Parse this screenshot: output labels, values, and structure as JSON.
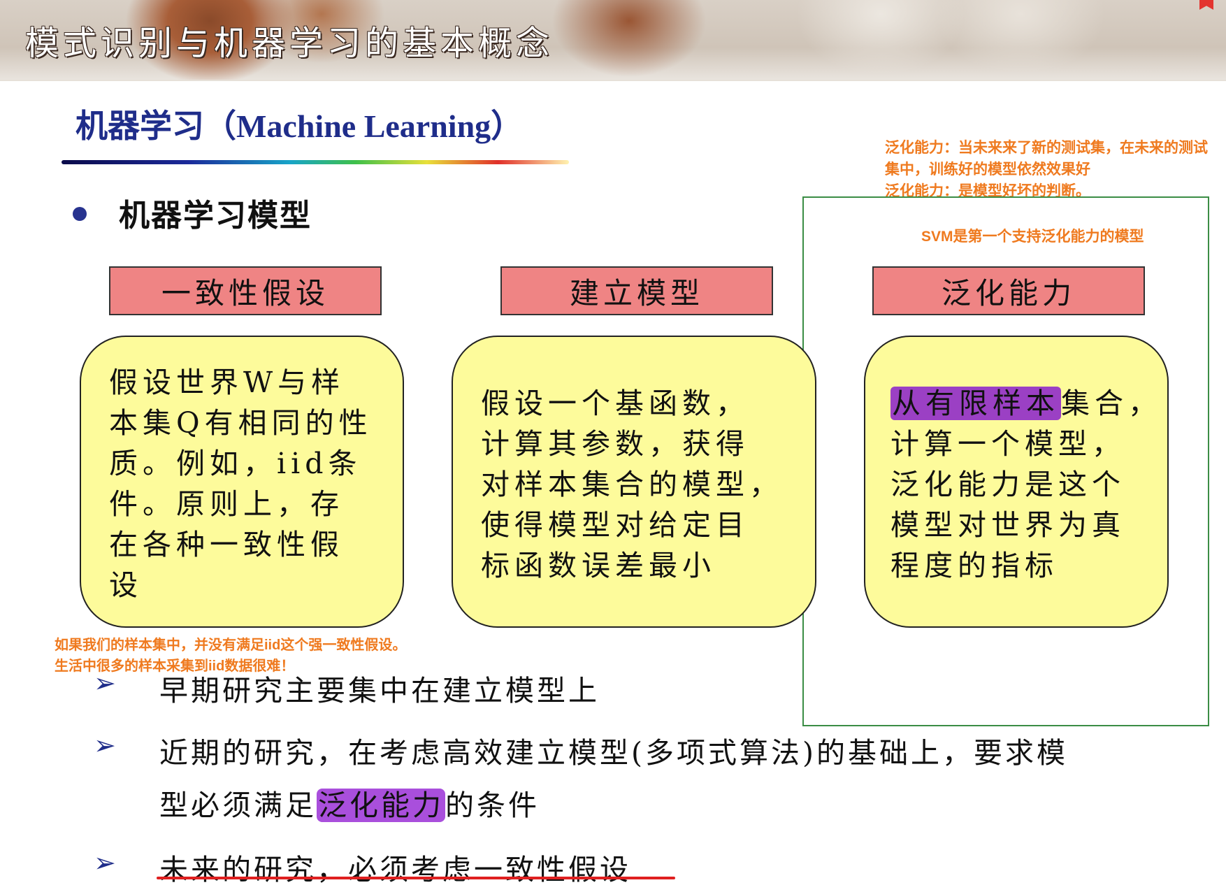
{
  "banner": {
    "title": "模式识别与机器学习的基本概念"
  },
  "heading": {
    "cn": "机器学习",
    "en": "（Machine Learning）"
  },
  "bullet": {
    "text": "机器学习模型"
  },
  "boxes": [
    {
      "label": "一致性假设",
      "lines": [
        "假设世界W与样",
        "本集Q有相同的性",
        "质。例如，iid条",
        "件。原则上，存",
        "在各种一致性假",
        "设"
      ]
    },
    {
      "label": "建立模型",
      "lines": [
        "假设一个基函数，",
        "计算其参数，获得",
        "对样本集合的模型，",
        "使得模型对给定目",
        "标函数误差最小"
      ]
    },
    {
      "label": "泛化能力",
      "highlight": "从有限样本",
      "first_rest": "集合，",
      "lines": [
        "计算一个模型，",
        "泛化能力是这个",
        "模型对世界为真",
        "程度的指标"
      ]
    }
  ],
  "notes": {
    "top_right": [
      "泛化能力：当未来来了新的测试集，在未来的测试",
      "集中，训练好的模型依然效果好",
      "泛化能力：是模型好坏的判断。"
    ],
    "svm": "SVM是第一个支持泛化能力的模型",
    "bottom_left": [
      "如果我们的样本集中，并没有满足iid这个强一致性假设。",
      "生活中很多的样本采集到iid数据很难！"
    ]
  },
  "points": {
    "arrow_glyph": "➢",
    "p1": "早期研究主要集中在建立模型上",
    "p2_line1": "近期的研究，在考虑高效建立模型(多项式算法)的基础上，要求模",
    "p2_line2_pre": "型必须满足",
    "p2_line2_hl": "泛化能力",
    "p2_line2_post": "的条件",
    "p3": "未来的研究，必须考虑一致性假设"
  },
  "colors": {
    "heading": "#1f2d8a",
    "label_fill": "#ef8484",
    "box_fill": "#fdfb9b",
    "note": "#ef7a1f",
    "green_frame": "#3b8d45",
    "highlight": "#9b40c4",
    "underline": "#e02020"
  }
}
